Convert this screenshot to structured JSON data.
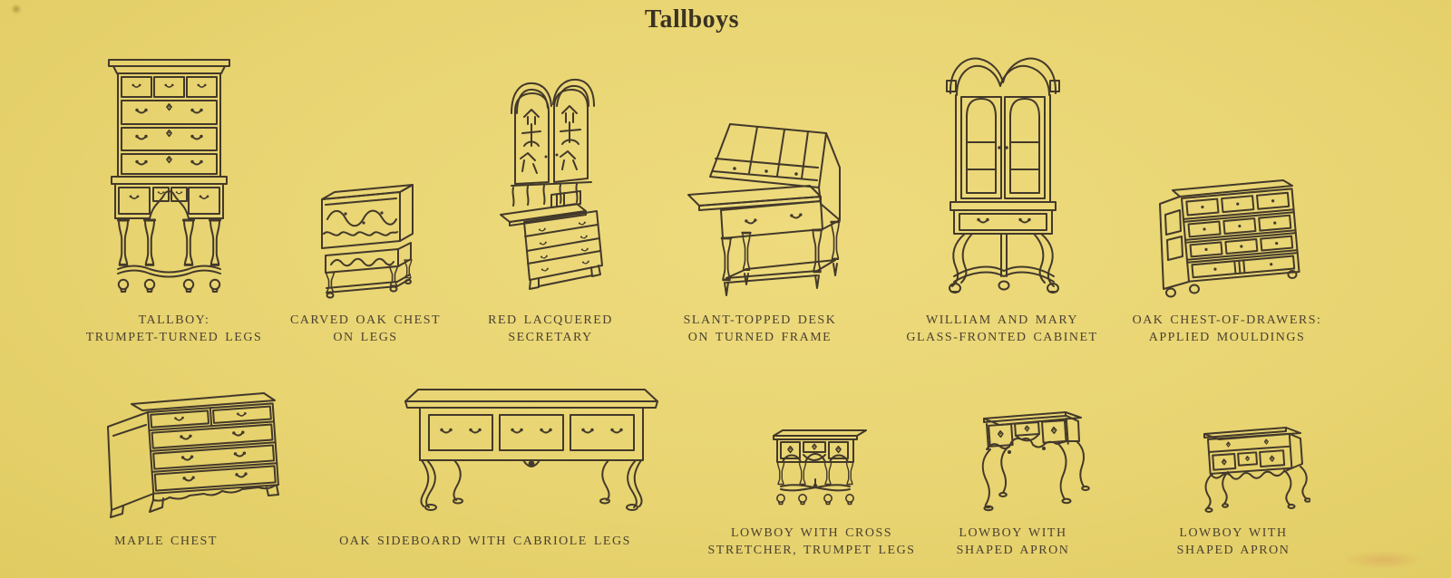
{
  "title": "Tallboys",
  "palette": {
    "background": "#e8d471",
    "ink": "#43392a",
    "caption_text": "#4a4131",
    "title_text": "#3a3222"
  },
  "items": [
    {
      "id": "tallboy-trumpet-turned-legs",
      "line1": "TALLBOY:",
      "line2": "TRUMPET-TURNED LEGS"
    },
    {
      "id": "carved-oak-chest-on-legs",
      "line1": "CARVED OAK CHEST",
      "line2": "ON LEGS"
    },
    {
      "id": "red-lacquered-secretary",
      "line1": "RED LACQUERED",
      "line2": "SECRETARY"
    },
    {
      "id": "slant-topped-desk-on-turned-frame",
      "line1": "SLANT-TOPPED DESK",
      "line2": "ON TURNED FRAME"
    },
    {
      "id": "william-and-mary-glass-fronted-cabinet",
      "line1": "WILLIAM AND MARY",
      "line2": "GLASS-FRONTED CABINET"
    },
    {
      "id": "oak-chest-of-drawers-applied-mouldings",
      "line1": "OAK CHEST-OF-DRAWERS:",
      "line2": "APPLIED MOULDINGS"
    },
    {
      "id": "maple-chest",
      "line1": "MAPLE CHEST",
      "line2": ""
    },
    {
      "id": "oak-sideboard-with-cabriole-legs",
      "line1": "OAK SIDEBOARD WITH CABRIOLE LEGS",
      "line2": ""
    },
    {
      "id": "lowboy-with-cross-stretcher-trumpet-legs",
      "line1": "LOWBOY WITH CROSS",
      "line2": "STRETCHER, TRUMPET LEGS"
    },
    {
      "id": "lowboy-with-shaped-apron-1",
      "line1": "LOWBOY WITH",
      "line2": "SHAPED APRON"
    },
    {
      "id": "lowboy-with-shaped-apron-2",
      "line1": "LOWBOY WITH",
      "line2": "SHAPED APRON"
    }
  ]
}
